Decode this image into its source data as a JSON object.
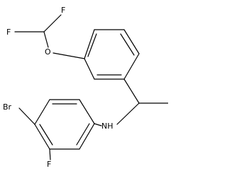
{
  "molecule": {
    "atoms": {
      "f_top": "F",
      "f_left": "F",
      "oxygen": "O",
      "nitrogen": "NH",
      "bromine": "Br",
      "fluorine_ring": "F"
    },
    "colors": {
      "bond": "#000000",
      "label": "#000000",
      "background": "#ffffff"
    }
  }
}
